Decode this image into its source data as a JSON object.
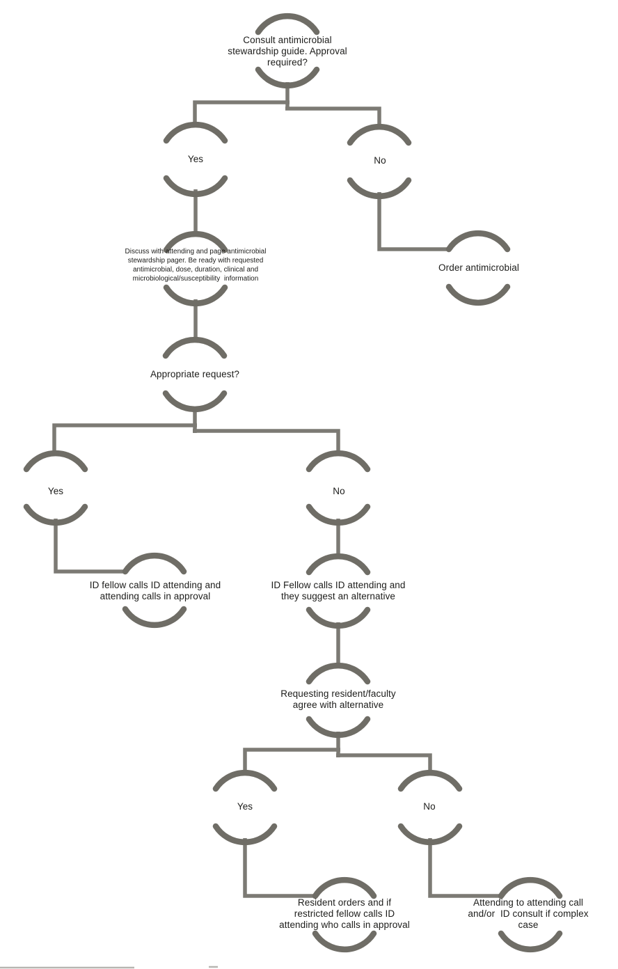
{
  "colors": {
    "background": "#ffffff",
    "arc": "#6f6d66",
    "connector": "#7c7a74",
    "text": "#1c1c1a",
    "artifact": "#b7b6b1"
  },
  "flowchart": {
    "nodes": {
      "start": {
        "label": "Consult antimicrobial\nstewardship guide. Approval\nrequired?"
      },
      "branch1_yes": {
        "label": "Yes"
      },
      "branch1_no": {
        "label": "No"
      },
      "discuss": {
        "label": "Discuss with attending and page antimicrobial\nstewardship pager. Be ready with requested\nantimicrobial, dose, duration, clinical and\nmicrobiological/susceptibility  information"
      },
      "order": {
        "label": "Order antimicrobial"
      },
      "appropriate": {
        "label": "Appropriate request?"
      },
      "branch2_yes": {
        "label": "Yes"
      },
      "branch2_no": {
        "label": "No"
      },
      "id_fellow_approval": {
        "label": "ID fellow calls ID attending and\nattending calls in approval"
      },
      "id_fellow_alternative": {
        "label": "ID Fellow calls ID attending and\nthey suggest an alternative"
      },
      "agree_alternative": {
        "label": "Requesting resident/faculty\nagree with alternative"
      },
      "branch3_yes": {
        "label": "Yes"
      },
      "branch3_no": {
        "label": "No"
      },
      "resident_orders": {
        "label": "Resident orders and if\nrestricted fellow calls ID\nattending who calls in approval"
      },
      "attending_call": {
        "label": "Attending to attending call\nand/or  ID consult if complex\ncase"
      }
    }
  }
}
